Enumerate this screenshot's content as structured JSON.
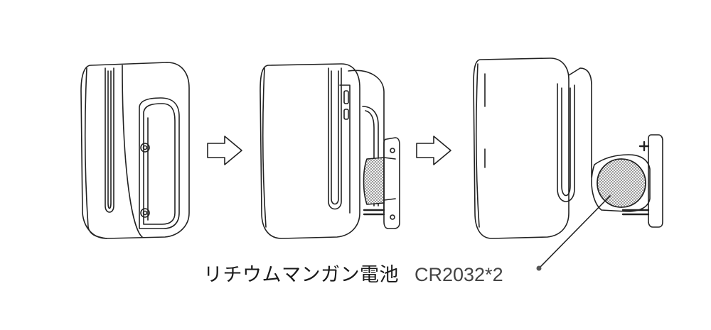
{
  "caption": {
    "battery_name": "リチウムマンガン電池",
    "battery_model": "CR2032*2"
  },
  "colors": {
    "line": "#222222",
    "text": "#1a1a1a",
    "text_secondary": "#444444",
    "cell_pattern": "#555555",
    "background": "#ffffff"
  },
  "steps": [
    {
      "name": "device-with-cover"
    },
    {
      "name": "device-cover-opening"
    },
    {
      "name": "device-battery-exposed"
    }
  ]
}
